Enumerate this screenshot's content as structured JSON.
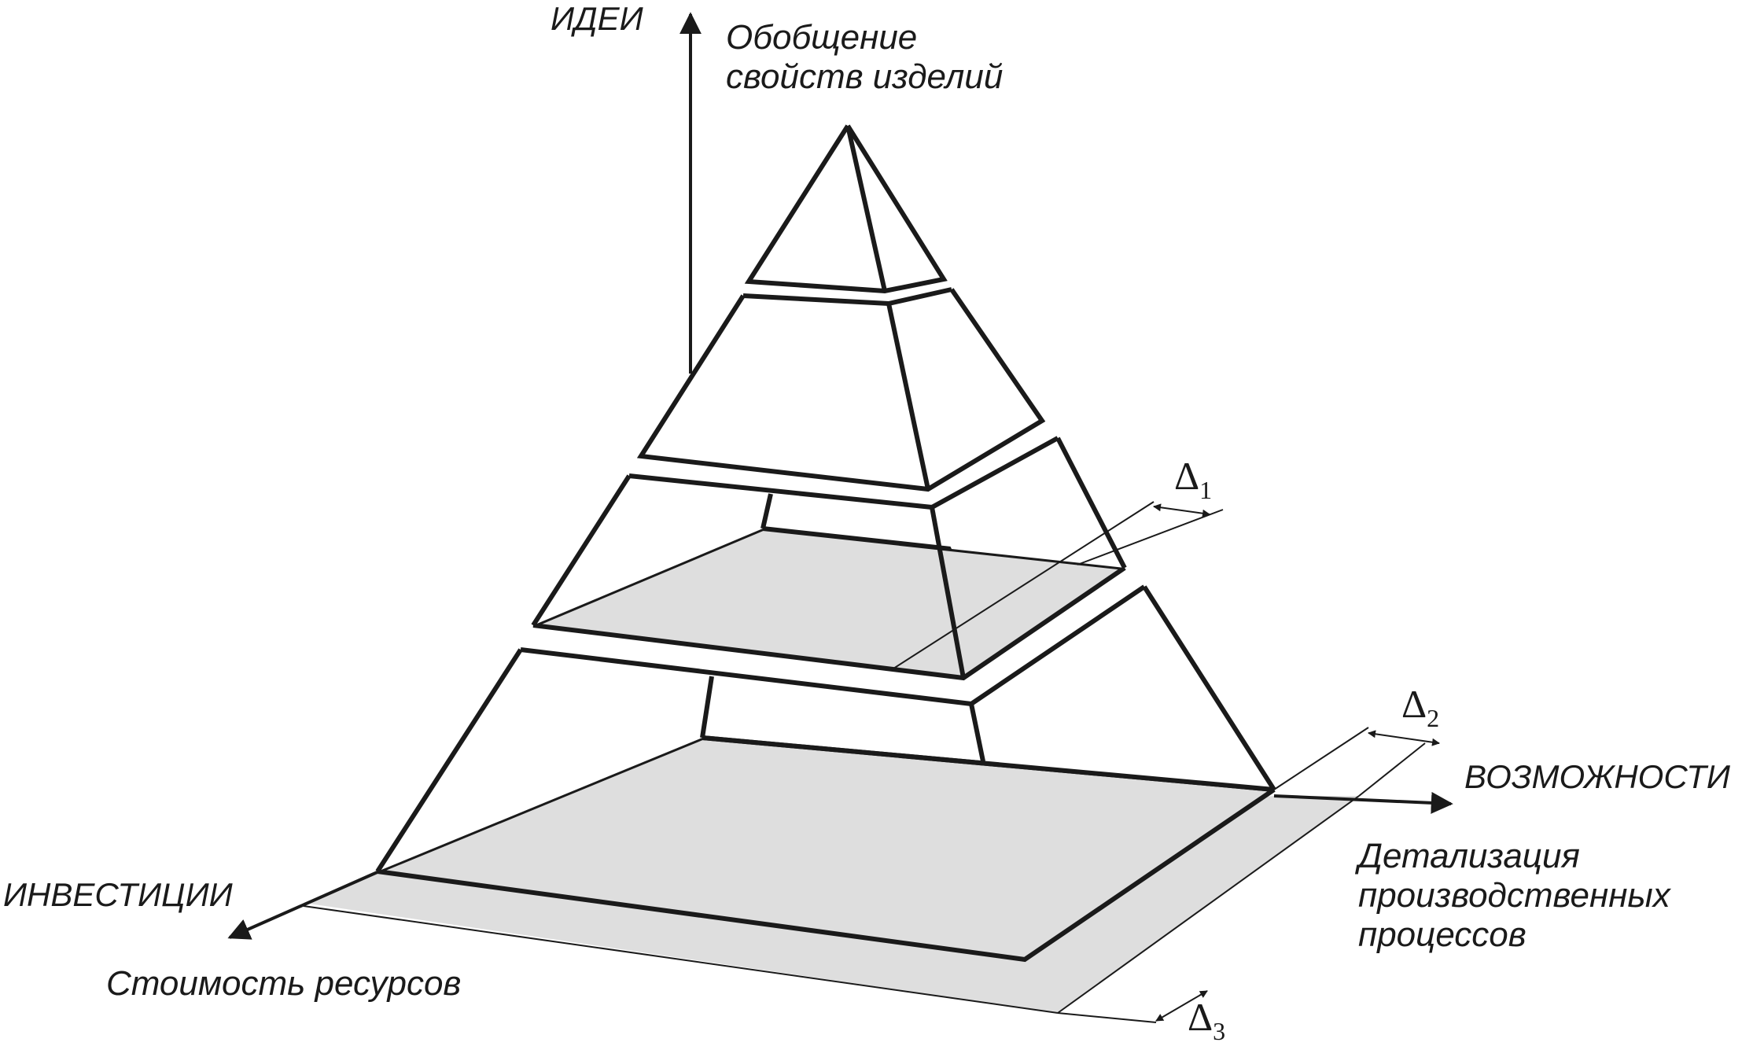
{
  "axes": {
    "vertical": "ИДЕИ",
    "right": "ВОЗМОЖНОСТИ",
    "left": "ИНВЕСТИЦИИ"
  },
  "descriptions": {
    "top": [
      "Обобщение",
      "свойств изделий"
    ],
    "right": [
      "Детализация",
      "производственных",
      "процессов"
    ],
    "left": "Стоимость ресурсов"
  },
  "deltas": [
    {
      "symbol": "Δ",
      "index": "1"
    },
    {
      "symbol": "Δ",
      "index": "2"
    },
    {
      "symbol": "Δ",
      "index": "3"
    }
  ],
  "colors": {
    "line": "#1a1a1a",
    "shade": "#dedede",
    "background": "#ffffff"
  }
}
